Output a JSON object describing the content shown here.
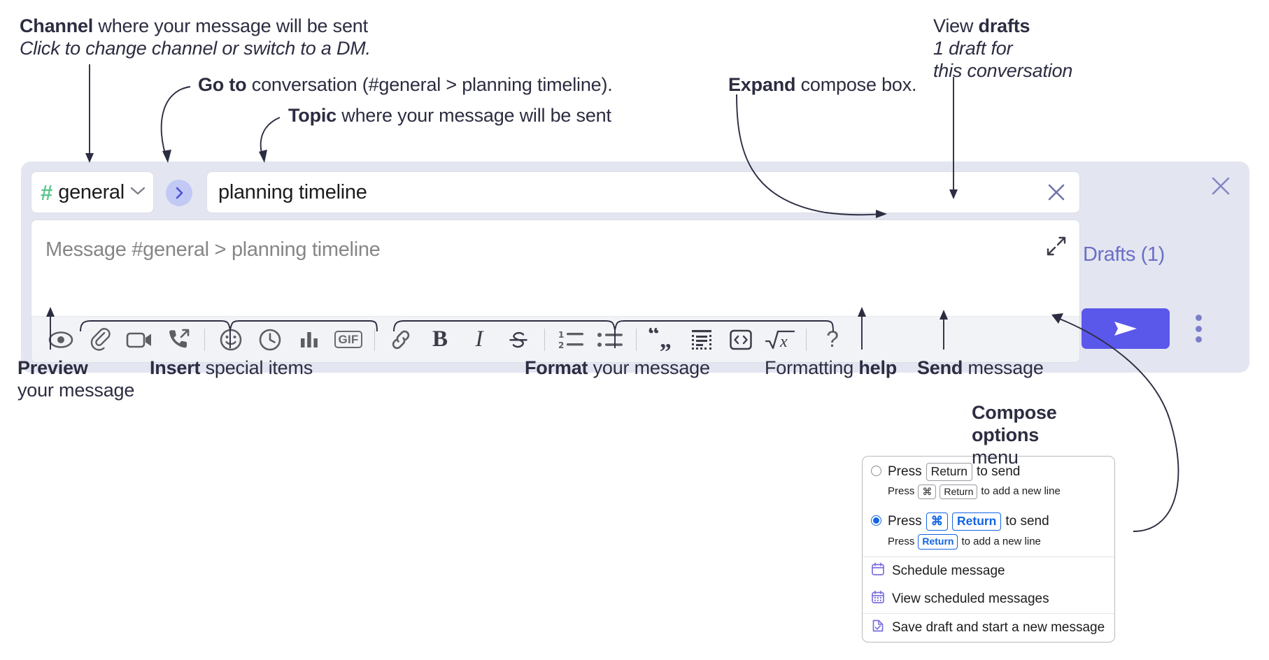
{
  "annotations": {
    "channel": {
      "line1_bold": "Channel",
      "line1_rest": " where your message will be sent",
      "line2_italic": "Click to change channel or switch to a DM."
    },
    "goto": {
      "bold": "Go to",
      "rest": " conversation (#general > planning timeline)."
    },
    "topic": {
      "bold": "Topic",
      "rest": " where your message will be sent"
    },
    "expand": {
      "bold": "Expand",
      "rest": " compose box."
    },
    "drafts": {
      "line1_rest": "View ",
      "line1_bold": "drafts",
      "line2_italic": "1 draft for",
      "line3_italic": "this conversation"
    },
    "preview": {
      "bold": "Preview",
      "line2": "your message"
    },
    "insert": {
      "bold": "Insert",
      "rest": " special items"
    },
    "format": {
      "bold": "Format",
      "rest": " your message"
    },
    "help": {
      "rest": "Formatting ",
      "bold": "help"
    },
    "send": {
      "bold": "Send",
      "rest": " message"
    },
    "compose_options": {
      "line1_bold": "Compose",
      "line2_bold": "options",
      "line3": "menu"
    }
  },
  "compose": {
    "channel_name": "general",
    "hash_symbol": "#",
    "topic_value": "planning timeline",
    "message_placeholder": "Message #general > planning timeline",
    "drafts_label": "Drafts (1)",
    "gif_label": "GIF",
    "bold_label": "B",
    "italic_label": "I",
    "strike_label": "S",
    "quote_label": "“”",
    "math_label": "x",
    "help_label": "?",
    "toolbar_items": [
      {
        "name": "preview-icon",
        "label": "Preview"
      },
      {
        "name": "attachment-icon",
        "label": "Attach file"
      },
      {
        "name": "video-icon",
        "label": "Record video clip"
      },
      {
        "name": "audio-call-icon",
        "label": "Record audio clip"
      },
      {
        "name": "emoji-icon",
        "label": "Emoji"
      },
      {
        "name": "clock-icon",
        "label": "Recent"
      },
      {
        "name": "poll-icon",
        "label": "Poll"
      },
      {
        "name": "gif-icon",
        "label": "GIF"
      },
      {
        "name": "link-icon",
        "label": "Link"
      },
      {
        "name": "bold-icon",
        "label": "Bold"
      },
      {
        "name": "italic-icon",
        "label": "Italic"
      },
      {
        "name": "strikethrough-icon",
        "label": "Strikethrough"
      },
      {
        "name": "ordered-list-icon",
        "label": "Ordered list"
      },
      {
        "name": "bulleted-list-icon",
        "label": "Bulleted list"
      },
      {
        "name": "blockquote-icon",
        "label": "Blockquote"
      },
      {
        "name": "code-block-icon",
        "label": "Code block"
      },
      {
        "name": "code-icon",
        "label": "Code"
      },
      {
        "name": "math-icon",
        "label": "Math"
      },
      {
        "name": "help-icon",
        "label": "Formatting help"
      }
    ]
  },
  "popup": {
    "option1": {
      "selected": false,
      "main_pre": "Press",
      "main_key": "Return",
      "main_post": "to send",
      "sub_pre": "Press",
      "sub_key1": "⌘",
      "sub_key2": "Return",
      "sub_post": "to add a new line"
    },
    "option2": {
      "selected": true,
      "main_pre": "Press",
      "main_key1": "⌘",
      "main_key2": "Return",
      "main_post": "to send",
      "sub_pre": "Press",
      "sub_key": "Return",
      "sub_post": "to add a new line"
    },
    "items": [
      {
        "icon": "schedule-calendar-icon",
        "label": "Schedule message"
      },
      {
        "icon": "view-scheduled-calendar-icon",
        "label": "View scheduled messages"
      },
      {
        "icon": "save-draft-icon",
        "label": "Save draft and start a new message"
      }
    ]
  },
  "colors": {
    "compose_bg": "#e3e5f1",
    "accent_purple": "#5a57eb",
    "hash_green": "#5cc68f",
    "drafts_text": "#6b6fc4",
    "menu_icon_purple": "#7a6fe0",
    "key_blue": "#1264e3",
    "text_dark": "#2c2d41"
  }
}
